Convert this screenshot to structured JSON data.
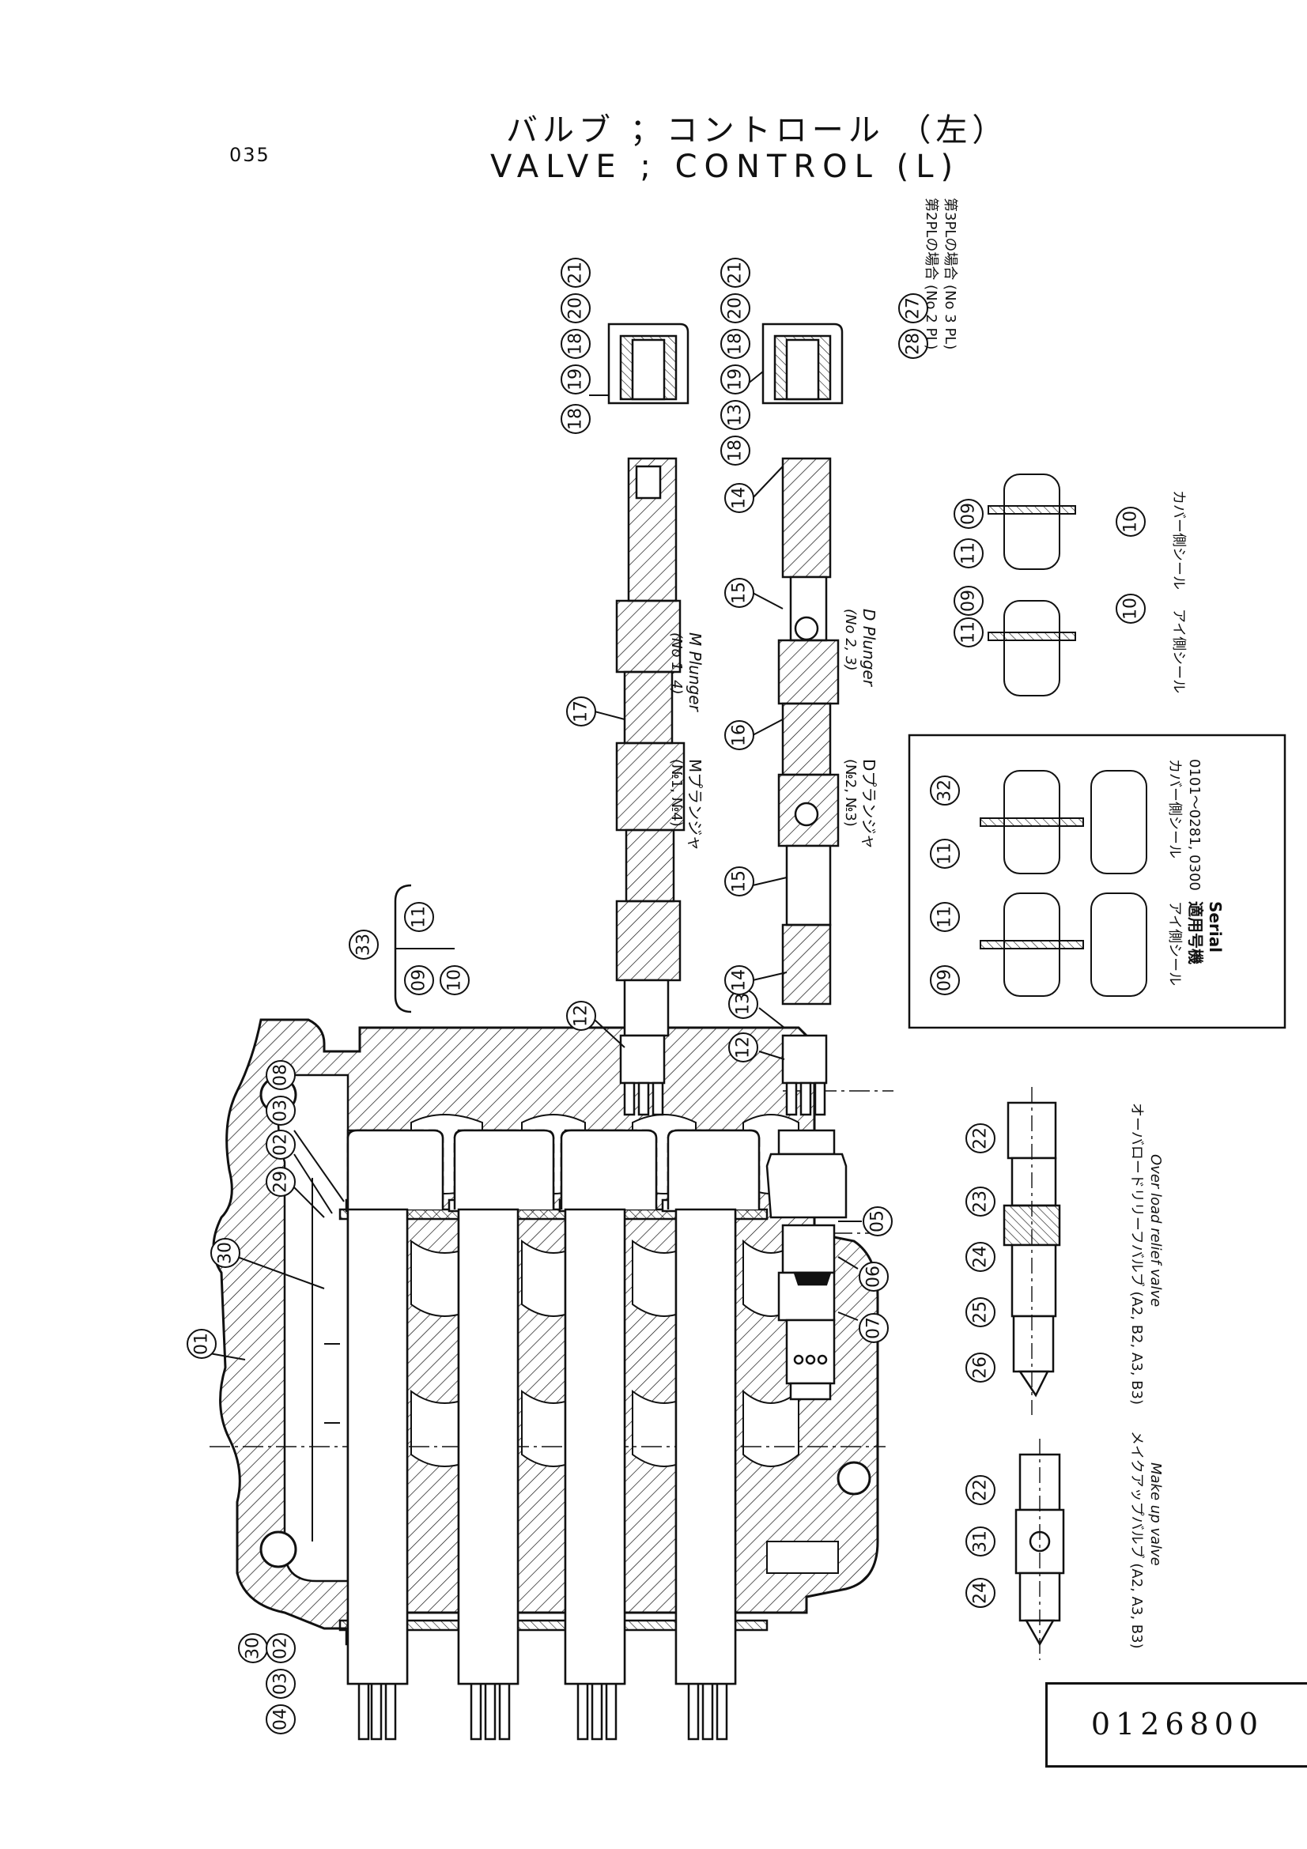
{
  "header": {
    "page_number": "035",
    "title_jp": "バルブ ；コントロール （左）",
    "title_en": "VALVE ; CONTROL (L)"
  },
  "drawing_number": "0126800",
  "labels": {
    "m_plunger_en": "M Plunger",
    "m_plunger_en_no": "(No 1, 4)",
    "m_plunger_jp": "Mプランジャ",
    "m_plunger_jp_no": "(№1, №4)",
    "d_plunger_en": "D Plunger",
    "d_plunger_en_no": "(No 2, 3)",
    "d_plunger_jp": "Dプランジャ",
    "d_plunger_jp_no": "(№2, №3)",
    "note_27": "第2PLの場合 (No 2 PL)",
    "note_28": "第3PLの場合 (No 3 PL)",
    "seal_cover_a": "カバー側シール",
    "seal_eye_a": "アイ側シール",
    "seal_cover_b": "カバー側シール",
    "seal_eye_b": "アイ側シール",
    "serial_jp": "適用号機",
    "serial_en": "Serial",
    "serial_range": "0101～0281, 0300",
    "relief_jp": "オーバロードリリーフバルブ (A2, B2, A3, B3)",
    "relief_en": "Over load relief valve",
    "makeup_jp": "メイクアップバルブ (A2, A3, B3)",
    "makeup_en": "Make up valve"
  },
  "callouts": {
    "c01": "01",
    "c02": "02",
    "c03": "03",
    "c04": "04",
    "c05": "05",
    "c06": "06",
    "c07": "07",
    "c08": "08",
    "c09": "09",
    "c10": "10",
    "c11": "11",
    "c12": "12",
    "c13": "13",
    "c14": "14",
    "c15": "15",
    "c16": "16",
    "c17": "17",
    "c18": "18",
    "c19": "19",
    "c20": "20",
    "c21": "21",
    "c22": "22",
    "c23": "23",
    "c24": "24",
    "c25": "25",
    "c26": "26",
    "c27": "27",
    "c28": "28",
    "c29": "29",
    "c30": "30",
    "c31": "31",
    "c32": "32",
    "c33": "33"
  },
  "colors": {
    "ink": "#111111",
    "paper": "#ffffff"
  }
}
